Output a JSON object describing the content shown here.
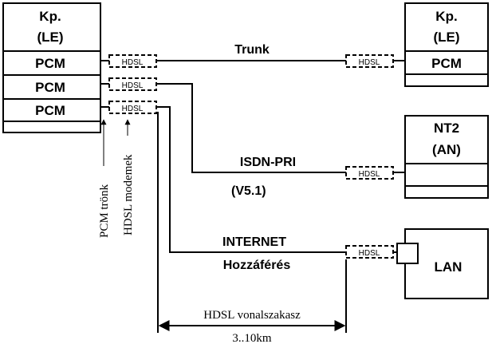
{
  "left_exchange": {
    "title_line1": "Kp.",
    "title_line2": "(LE)",
    "ports": [
      "PCM",
      "PCM",
      "PCM"
    ]
  },
  "right_exchange": {
    "title_line1": "Kp.",
    "title_line2": "(LE)",
    "port": "PCM"
  },
  "nt2": {
    "title_line1": "NT2",
    "title_line2": "(AN)"
  },
  "lan": {
    "label": "LAN"
  },
  "modem_label": "HDSL",
  "links": {
    "trunk": "Trunk",
    "isdn_line1": "ISDN-PRI",
    "isdn_line2": "(V5.1)",
    "internet_line1": "INTERNET",
    "internet_line2": "Hozzáférés"
  },
  "annotations": {
    "pcm_trunk": "PCM trönk",
    "hdsl_modems": "HDSL modemek"
  },
  "span": {
    "label": "HDSL vonalszakasz",
    "distance": "3..10km"
  }
}
